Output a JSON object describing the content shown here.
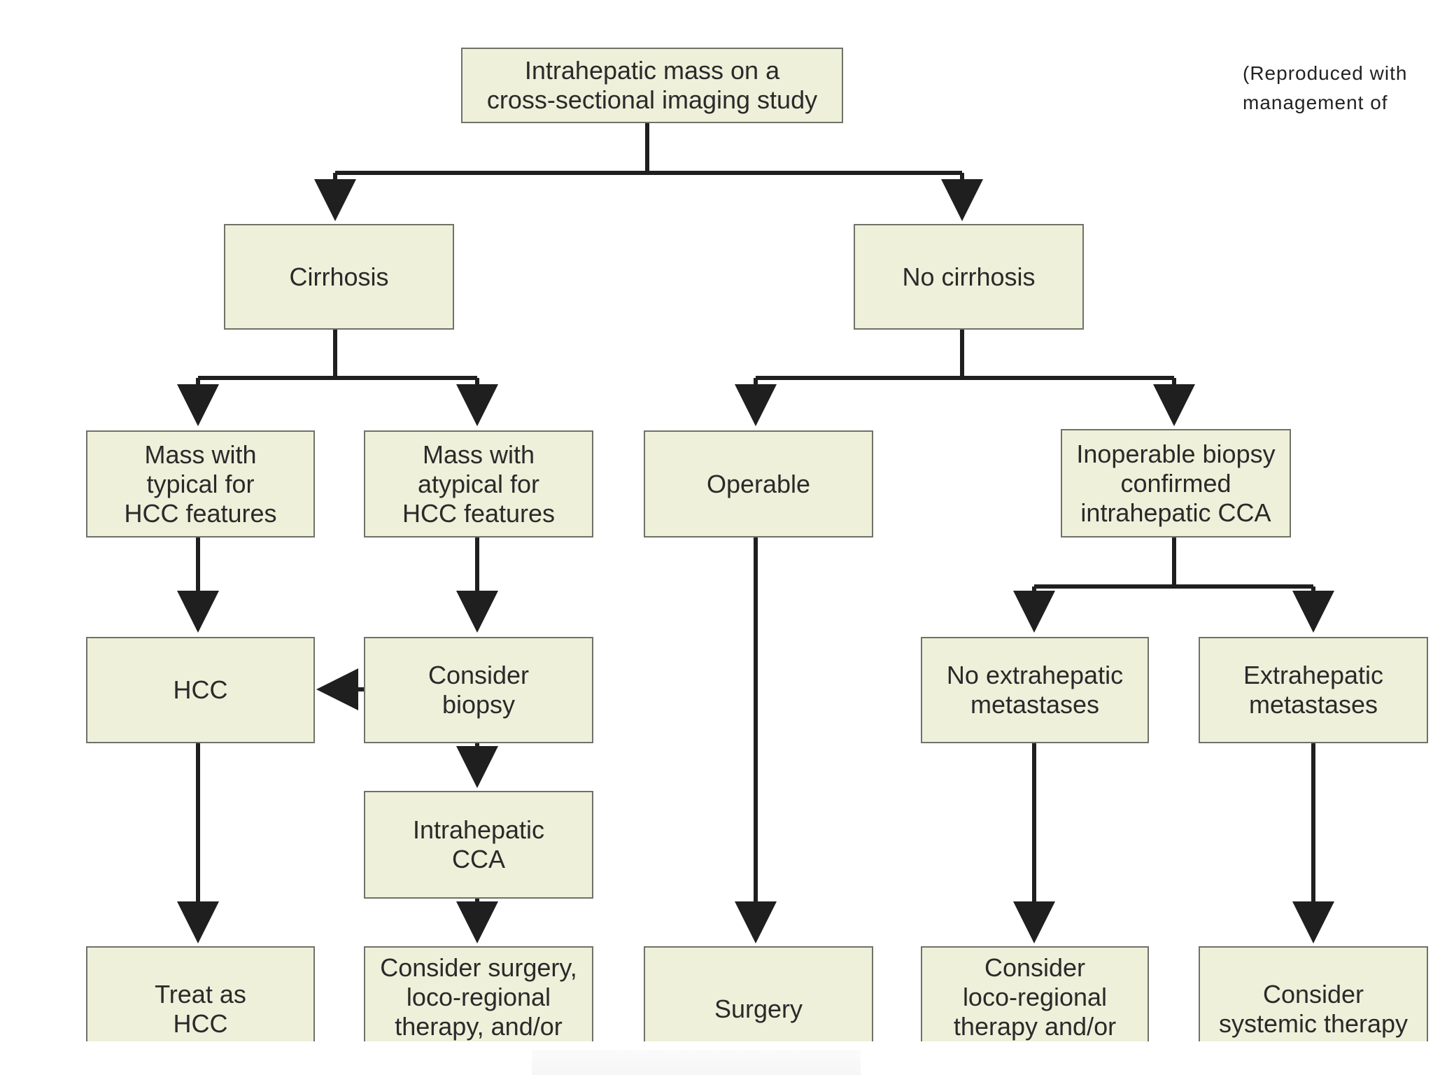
{
  "diagram": {
    "root": "Intrahepatic mass on a\ncross-sectional imaging study",
    "cirrhosis": "Cirrhosis",
    "no_cirrhosis": "No cirrhosis",
    "mass_typical": "Mass with\ntypical for\nHCC features",
    "mass_atypical": "Mass with\natypical for\nHCC features",
    "operable": "Operable",
    "inoperable": "Inoperable biopsy\nconfirmed\nintrahepatic CCA",
    "hcc": "HCC",
    "consider_biopsy": "Consider\nbiopsy",
    "no_extrahepatic": "No extrahepatic\nmetastases",
    "extrahepatic": "Extrahepatic\nmetastases",
    "intrahepatic_cca": "Intrahepatic\nCCA",
    "treat_hcc": "Treat as\nHCC",
    "consider_surgery": "Consider surgery,\nloco-regional\ntherapy, and/or",
    "surgery": "Surgery",
    "consider_locoregional": "Consider\nloco-regional\ntherapy and/or",
    "consider_systemic": "Consider\nsystemic therapy"
  },
  "credit": {
    "line1": "(Reproduced with",
    "line2": "management of"
  },
  "colors": {
    "box_fill": "#eef0da",
    "box_border": "#6f7268",
    "connector": "#1f1f1f",
    "text": "#2a2a2a"
  }
}
